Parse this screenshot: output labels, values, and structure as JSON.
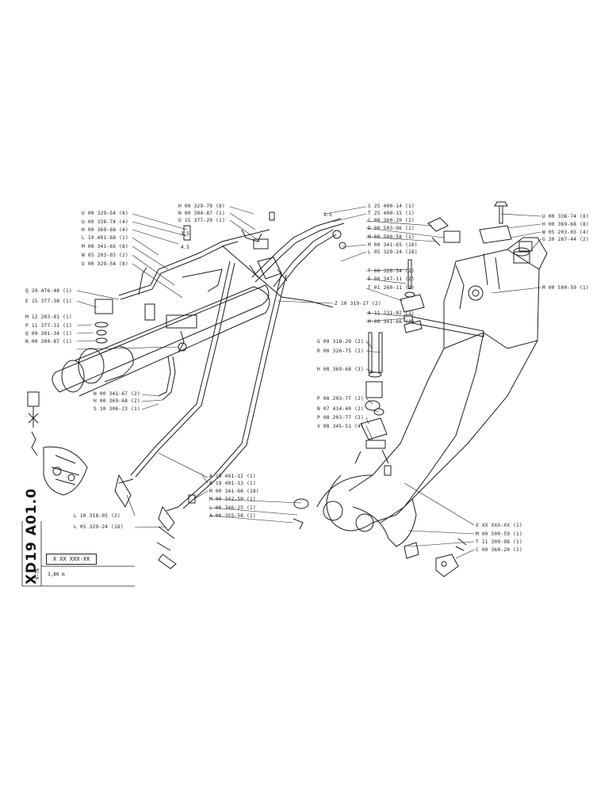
{
  "sheet": {
    "code": "XD19 A01.0",
    "part_box": "X XX XXX-XX",
    "date": "9-76",
    "caption": "3,80 m"
  },
  "labels": [
    {
      "id": "l1",
      "text": "U 00 329-54 (8)"
    },
    {
      "id": "l2",
      "text": "U 00 338-74 (4)"
    },
    {
      "id": "l3",
      "text": "H 00 369-68 (4)"
    },
    {
      "id": "l4",
      "text": "L 19 491-68 (1)"
    },
    {
      "id": "l5",
      "text": "M 00 341-65 (8)"
    },
    {
      "id": "l6",
      "text": "W 05 203-03 (2)"
    },
    {
      "id": "l7",
      "text": "U 00 329-54 (8)"
    },
    {
      "id": "l8",
      "text": "Q 29 476-48 (1)"
    },
    {
      "id": "l9",
      "text": "E 15 377-38 (1)"
    },
    {
      "id": "l10",
      "text": "M 12 203-81 (1)"
    },
    {
      "id": "l11",
      "text": "P 11 377-31 (1)"
    },
    {
      "id": "l12",
      "text": "Q 09 301-34 (1)"
    },
    {
      "id": "l13",
      "text": "N 00 304-87 (1)"
    },
    {
      "id": "l14",
      "text": "N 00 341-67 (2)"
    },
    {
      "id": "l15",
      "text": "H 00 369-68 (2)"
    },
    {
      "id": "l16",
      "text": "S 10 306-23 (1)"
    },
    {
      "id": "l17",
      "text": "L 10 318-05 (2)"
    },
    {
      "id": "l18",
      "text": "L 05 329-24 (16)"
    },
    {
      "id": "l19",
      "text": "H 00 329-79 (8)"
    },
    {
      "id": "l20",
      "text": "N 00 304-87 (1)"
    },
    {
      "id": "l21",
      "text": "U 15 377-29 (1)"
    },
    {
      "id": "l22",
      "text": "S 25 490-14 (1)"
    },
    {
      "id": "l23",
      "text": "T 25 490-15 (1)"
    },
    {
      "id": "l24",
      "text": "C 00 360-20 (1)"
    },
    {
      "id": "l25",
      "text": "D 00 503-96 (1)"
    },
    {
      "id": "l26",
      "text": "M 00 500-58 (1)"
    },
    {
      "id": "l27",
      "text": "M 00 341-65 (16)"
    },
    {
      "id": "l28",
      "text": "L 05 329-24 (16)"
    },
    {
      "id": "l29",
      "text": "T 00 326-54 (2)"
    },
    {
      "id": "l30",
      "text": "E 00 347-11 (2)"
    },
    {
      "id": "l31",
      "text": "T 01 260-11 (2)"
    },
    {
      "id": "l32",
      "text": "Z 10 319-17 (2)"
    },
    {
      "id": "l33",
      "text": "A 11 231-82 (1)"
    },
    {
      "id": "l34",
      "text": "M 00 341-66 (2)"
    },
    {
      "id": "l35",
      "text": "G 09 318-29 (2)"
    },
    {
      "id": "l36",
      "text": "R 00 326-75 (2)"
    },
    {
      "id": "l37",
      "text": "H 00 369-68 (3)"
    },
    {
      "id": "l38",
      "text": "P 08 203-77 (2)"
    },
    {
      "id": "l39",
      "text": "N 07 414-40 (2)"
    },
    {
      "id": "l40",
      "text": "P 08 203-77 (2)"
    },
    {
      "id": "l41",
      "text": "V 08 345-51 (4)"
    },
    {
      "id": "l42",
      "text": "A 19 491-12 (1)"
    },
    {
      "id": "l43",
      "text": "B 19 491-13 (1)"
    },
    {
      "id": "l44",
      "text": "M 00 341-66 (18)"
    },
    {
      "id": "l45",
      "text": "M 00 342-50 (1)"
    },
    {
      "id": "l46",
      "text": "L 00 346-25 (1)"
    },
    {
      "id": "l47",
      "text": "A 00 355-58 (1)"
    },
    {
      "id": "l48",
      "text": "U 00 338-74 (8)"
    },
    {
      "id": "l49",
      "text": "H 00 369-68 (8)"
    },
    {
      "id": "l50",
      "text": "W 05 203-03 (4)"
    },
    {
      "id": "l51",
      "text": "G 20 287-44 (2)"
    },
    {
      "id": "l52",
      "text": "M 00 500-59 (1)"
    },
    {
      "id": "l53",
      "text": "X XX XXX-XX (1)"
    },
    {
      "id": "l54",
      "text": "M 00 500-59 (1)"
    },
    {
      "id": "l55",
      "text": "T 11 309-98 (1)"
    },
    {
      "id": "l56",
      "text": "C 00 360-20 (1)"
    }
  ],
  "detail_marks": {
    "m1": "3.5",
    "m2": "4.5",
    "m3": "9.5"
  }
}
